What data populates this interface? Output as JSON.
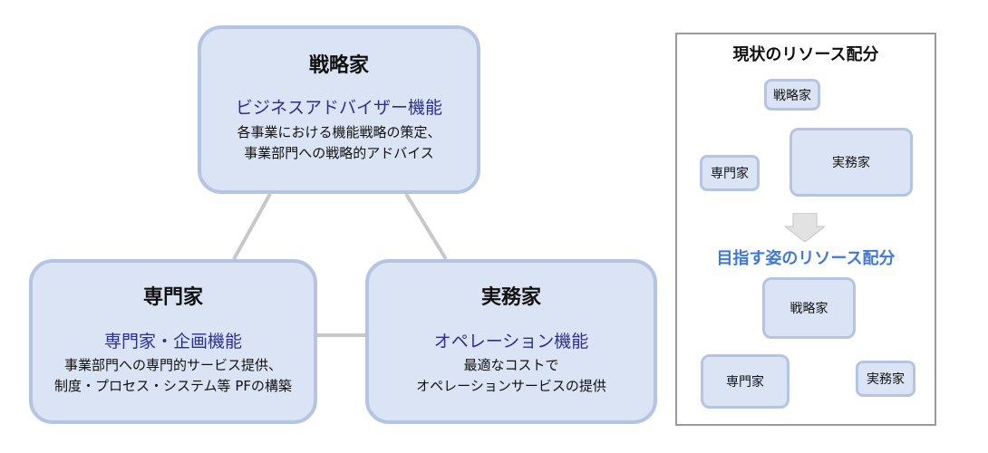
{
  "main_diagram": {
    "strategist": {
      "title": "戦略家",
      "function": "ビジネスアドバイザー機能",
      "description": [
        "各事業における機能戦略の策定、",
        "事業部門への戦略的アドバイス"
      ]
    },
    "specialist": {
      "title": "専門家",
      "function": "専門家・企画機能",
      "description": [
        "事業部門への専門的サービス提供、",
        "制度・プロセス・システム等 PFの構築"
      ]
    },
    "practitioner": {
      "title": "実務家",
      "function": "オペレーション機能",
      "description": [
        "最適なコストで",
        "オペレーションサービスの提供"
      ]
    }
  },
  "side_panel": {
    "current": {
      "title": "現状のリソース配分",
      "strategist": "戦略家",
      "specialist": "専門家",
      "practitioner": "実務家"
    },
    "target": {
      "title": "目指す姿のリソース配分",
      "title_color": "#3f78dd",
      "strategist": "戦略家",
      "specialist": "専門家",
      "practitioner": "実務家"
    }
  },
  "colors": {
    "box_fill": "#dbe4f4",
    "box_border": "#b4c5e4",
    "function_text": "#2b2f8f",
    "connector": "#c8c8c8"
  }
}
